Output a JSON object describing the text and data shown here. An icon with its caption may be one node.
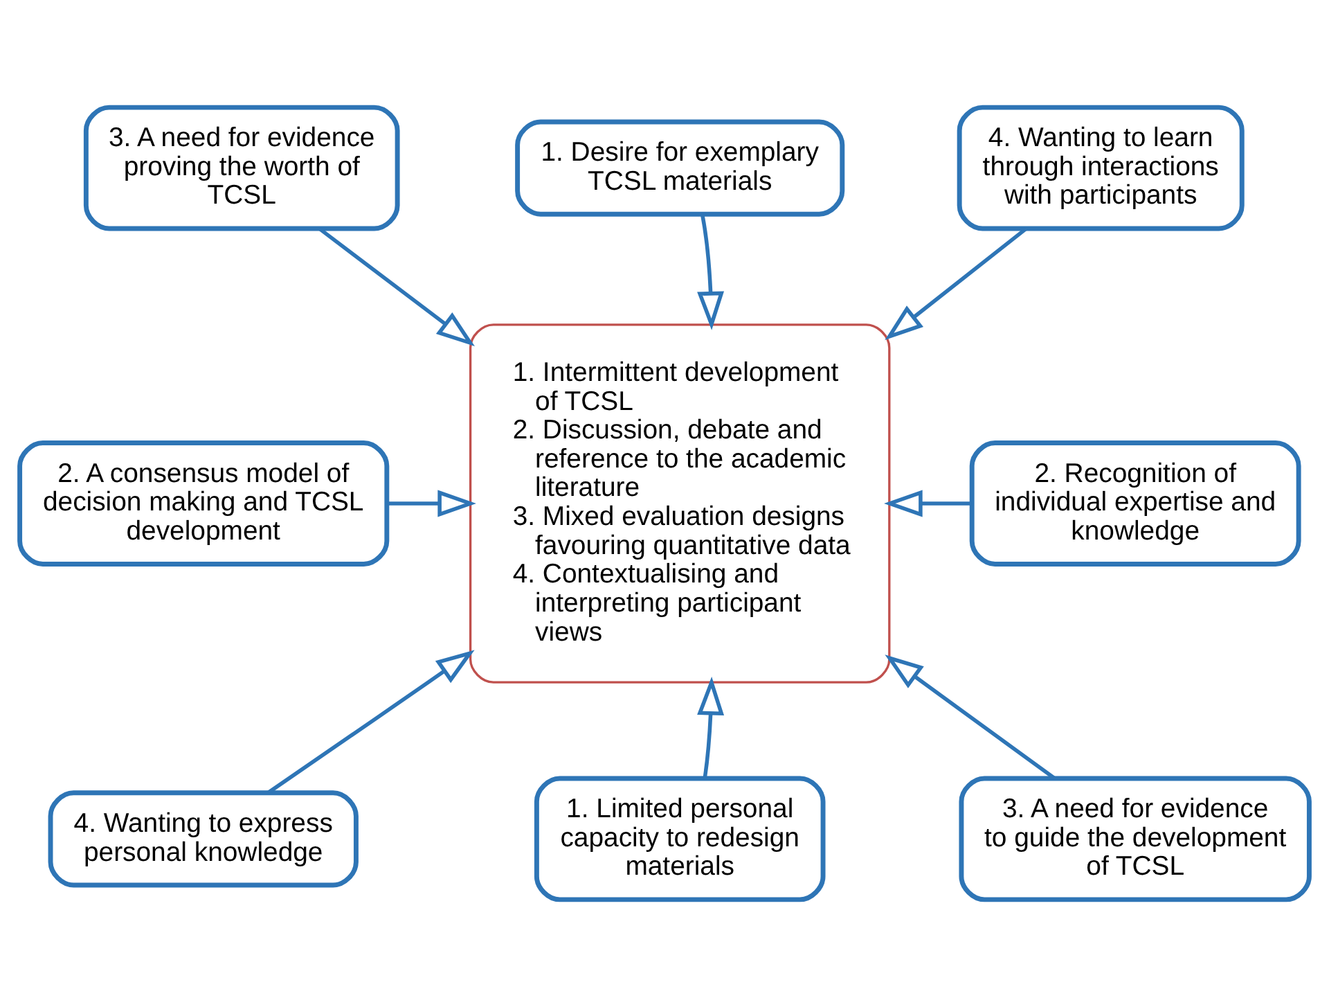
{
  "diagram": {
    "nodes": [
      {
        "text": [
          "3. A need for evidence proving the worth of TCSL"
        ]
      },
      {
        "text": [
          "1. Desire for exemplary TCSL materials"
        ]
      },
      {
        "text": [
          "4. Wanting to learn through interactions with participants"
        ]
      },
      {
        "text": [
          "2. A consensus model of decision making and TCSL development"
        ]
      },
      {
        "text": [
          "1. Intermittent development of TCSL",
          "2. Discussion, debate and reference to the academic literature",
          "3. Mixed evaluation designs favouring quantitative data",
          "4. Contextualising and interpreting participant views"
        ]
      },
      {
        "text": [
          "2. Recognition of individual expertise and knowledge"
        ]
      },
      {
        "text": [
          "4. Wanting to express personal knowledge"
        ]
      },
      {
        "text": [
          "1. Limited personal capacity to redesign materials"
        ]
      },
      {
        "text": [
          "3. A need for evidence to guide the development of TCSL"
        ]
      }
    ],
    "edges": [
      {
        "from": 0,
        "to": 4,
        "arrow": "to"
      },
      {
        "from": 1,
        "to": 4,
        "arrow": "to"
      },
      {
        "from": 2,
        "to": 4,
        "arrow": "to"
      },
      {
        "from": 3,
        "to": 4,
        "arrow": "to"
      },
      {
        "from": 5,
        "to": 4,
        "arrow": "to"
      },
      {
        "from": 6,
        "to": 4,
        "arrow": "to"
      },
      {
        "from": 7,
        "to": 4,
        "arrow": "to"
      },
      {
        "from": 8,
        "to": 4,
        "arrow": "to"
      }
    ]
  }
}
